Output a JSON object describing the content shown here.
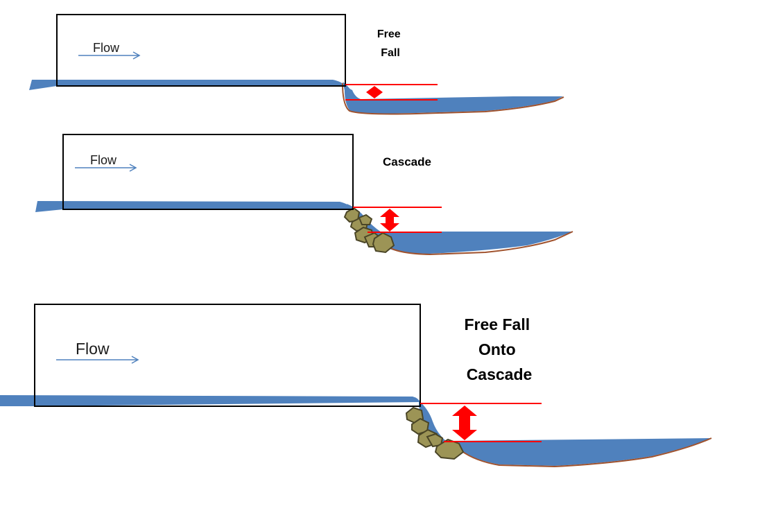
{
  "diagrams": [
    {
      "flow_label": "Flow",
      "title_lines": [
        "Free",
        "Fall"
      ]
    },
    {
      "flow_label": "Flow",
      "title_lines": [
        "Cascade"
      ]
    },
    {
      "flow_label": "Flow",
      "title_lines": [
        "Free Fall",
        "Onto",
        "Cascade"
      ]
    }
  ],
  "colors": {
    "water": "#4f81bd",
    "water_stroke": "#3f6fa8",
    "bed": "#a0522d",
    "rock_fill": "#9c9456",
    "rock_stroke": "#4a4526",
    "marker": "#ff0000",
    "culvert": "#000000"
  }
}
